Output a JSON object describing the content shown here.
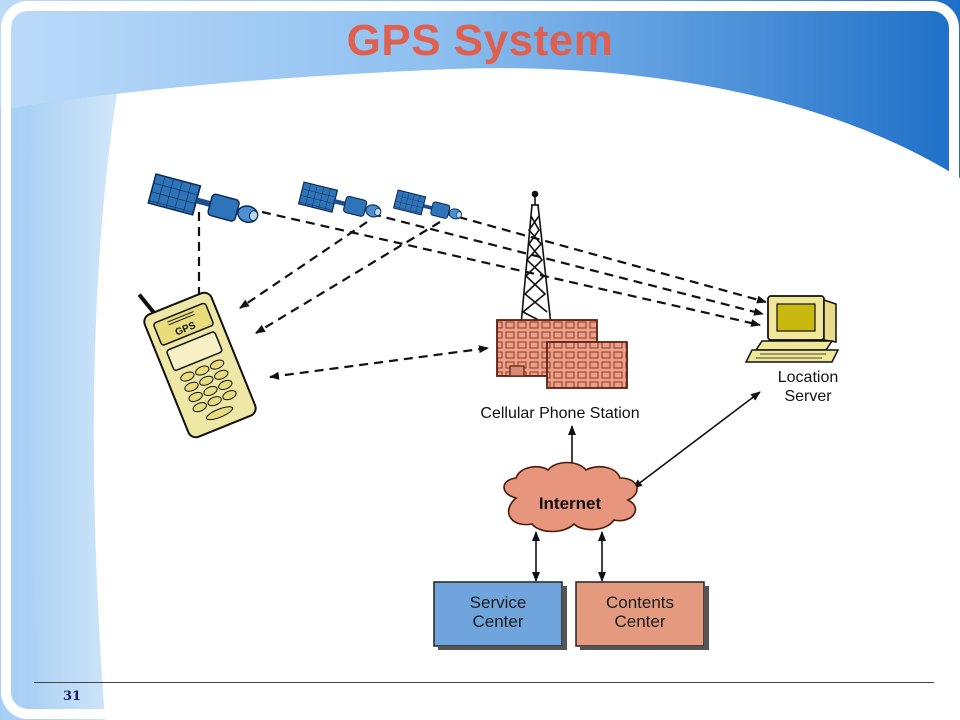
{
  "slide": {
    "title": "GPS System",
    "page_number": "31"
  },
  "diagram": {
    "phone_screen_text": "GPS",
    "nodes": {
      "cell_station": "Cellular Phone Station",
      "location_server_line1": "Location",
      "location_server_line2": "Server",
      "internet": "Internet",
      "service_center_line1": "Service",
      "service_center_line2": "Center",
      "contents_center_line1": "Contents",
      "contents_center_line2": "Center"
    }
  },
  "colors": {
    "title": "#e0604f",
    "service_center": "#6fa5dc",
    "contents_center": "#e49a7f",
    "building": "#eda08a",
    "cloud": "#e7967d",
    "phone": "#efe7a5",
    "computer": "#f0e79a",
    "satellite": "#2f74b8"
  }
}
